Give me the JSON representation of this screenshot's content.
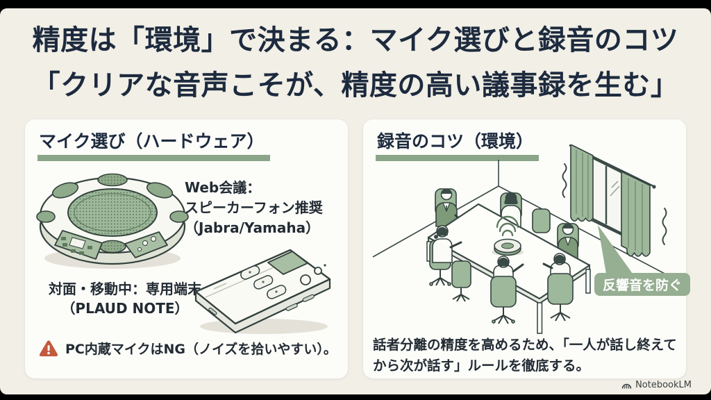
{
  "title": {
    "line1": "精度は「環境」で決まる：マイク選びと録音のコツ",
    "line2": "「クリアな音声こそが、精度の高い議事録を生む」"
  },
  "left_panel": {
    "header": "マイク選び（ハードウェア）",
    "web_meeting_line1": "Web会議：",
    "web_meeting_line2": "スピーカーフォン推奨",
    "web_meeting_line3": "（Jabra/Yamaha）",
    "dedicated_line1": "対面・移動中：専用端末",
    "dedicated_line2": "（PLAUD NOTE）",
    "warning": "PC内蔵マイクはNG（ノイズを拾いやすい）。"
  },
  "right_panel": {
    "header": "録音のコツ（環境）",
    "badge": "反響音を防ぐ",
    "note_line1": "話者分離の精度を高めるため、「一人が話し終えて",
    "note_line2": "から次が話す」ルールを徹底する。"
  },
  "footer": {
    "brand": "NotebookLM"
  },
  "colors": {
    "background": "#f1efe6",
    "card": "#fcfcf9",
    "title_text": "#1d2a3e",
    "accent_green": "#8ba588",
    "badge_green": "#96ae91",
    "illustration_green": "#9db89a",
    "warning_orange": "#c25a3d",
    "outline": "#33413d"
  }
}
